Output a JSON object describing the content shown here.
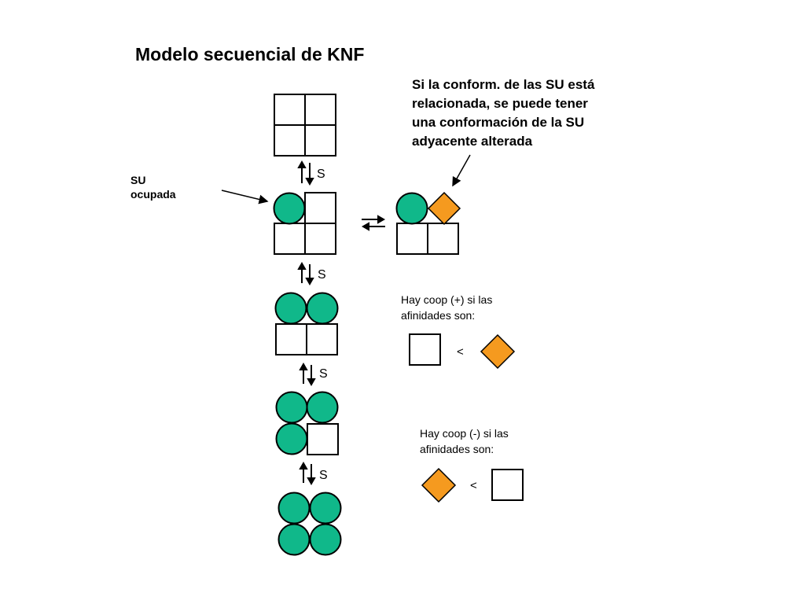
{
  "title": "Modelo secuencial de KNF",
  "note_lines": [
    "Si la conform. de las SU está",
    "relacionada, se puede tener",
    "una conformación de la SU",
    "adyacente alterada"
  ],
  "su_label": [
    "SU",
    "ocupada"
  ],
  "coop_positive": {
    "lines": [
      "Hay coop (+) si las",
      "afinidades son:"
    ],
    "relation": "<"
  },
  "coop_negative": {
    "lines": [
      "Hay coop (-) si las",
      "afinidades son:"
    ],
    "relation": "<"
  },
  "substrate_label": "S",
  "colors": {
    "circle": "#10b88a",
    "diamond": "#f59a1f",
    "outline": "#000000"
  }
}
